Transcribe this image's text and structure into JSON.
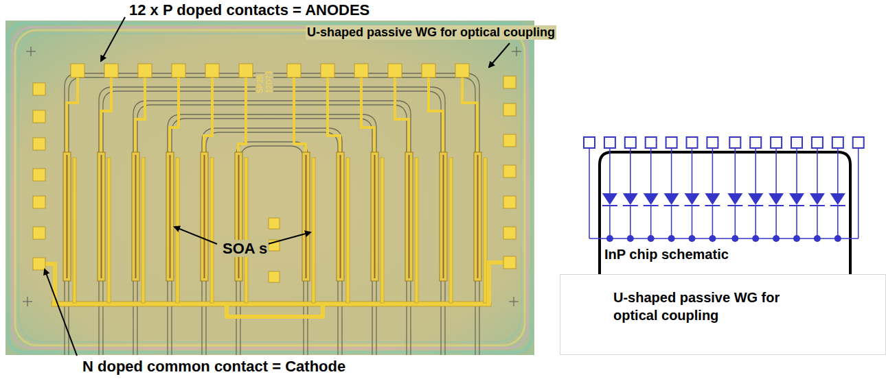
{
  "diagram": {
    "nodes": [
      {
        "text": [
          "U-shaped passive WG for optical coupling"
        ]
      }
    ],
    "labels": [
      "12 x P doped contacts = ANODES",
      "U-shaped passive WG for optical coupling",
      "SP26",
      "12D73",
      "SOA s",
      "N doped common contact = Cathode",
      "InP chip schematic"
    ]
  }
}
